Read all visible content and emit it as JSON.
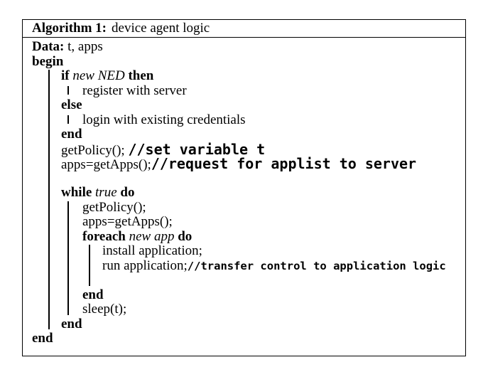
{
  "algorithm": {
    "caption": {
      "label": "Algorithm 1:",
      "title": "device agent logic"
    },
    "colors": {
      "ink": "#000000",
      "paper": "#ffffff"
    },
    "lines": [
      {
        "indent": 0,
        "segments": [
          {
            "text": "Data:",
            "style": "bold"
          },
          {
            "text": " t, apps",
            "style": "roman"
          }
        ]
      },
      {
        "indent": 0,
        "segments": [
          {
            "text": "begin",
            "style": "bold"
          }
        ]
      },
      {
        "indent": 1,
        "segments": [
          {
            "text": "if ",
            "style": "bold"
          },
          {
            "text": "new NED",
            "style": "italic"
          },
          {
            "text": " then",
            "style": "bold"
          }
        ]
      },
      {
        "indent": 2,
        "segments": [
          {
            "text": "register with server",
            "style": "roman"
          }
        ]
      },
      {
        "indent": 1,
        "segments": [
          {
            "text": "else",
            "style": "bold"
          }
        ]
      },
      {
        "indent": 2,
        "segments": [
          {
            "text": "login with existing credentials",
            "style": "roman"
          }
        ]
      },
      {
        "indent": 1,
        "segments": [
          {
            "text": "end",
            "style": "bold"
          }
        ]
      },
      {
        "indent": 1,
        "segments": [
          {
            "text": "getPolicy(); ",
            "style": "roman"
          },
          {
            "text": "//set variable t",
            "style": "comment-large"
          }
        ]
      },
      {
        "indent": 1,
        "segments": [
          {
            "text": "apps=getApps();",
            "style": "roman"
          },
          {
            "text": "//request for applist to server",
            "style": "comment-large"
          }
        ]
      },
      {
        "indent": 1,
        "segments": []
      },
      {
        "indent": 1,
        "segments": [
          {
            "text": "while ",
            "style": "bold"
          },
          {
            "text": "true",
            "style": "italic"
          },
          {
            "text": " do",
            "style": "bold"
          }
        ]
      },
      {
        "indent": 2,
        "segments": [
          {
            "text": "getPolicy();",
            "style": "roman"
          }
        ]
      },
      {
        "indent": 2,
        "segments": [
          {
            "text": "apps=getApps();",
            "style": "roman"
          }
        ]
      },
      {
        "indent": 2,
        "segments": [
          {
            "text": "foreach ",
            "style": "bold"
          },
          {
            "text": "new app",
            "style": "italic"
          },
          {
            "text": " do",
            "style": "bold"
          }
        ]
      },
      {
        "indent": 3,
        "segments": [
          {
            "text": "install application;",
            "style": "roman"
          }
        ]
      },
      {
        "indent": 3,
        "segments": [
          {
            "text": "run application;",
            "style": "roman"
          },
          {
            "text": "//transfer control to application logic",
            "style": "comment"
          }
        ]
      },
      {
        "indent": 3,
        "segments": []
      },
      {
        "indent": 2,
        "segments": [
          {
            "text": "end",
            "style": "bold"
          }
        ]
      },
      {
        "indent": 2,
        "segments": [
          {
            "text": "sleep(t);",
            "style": "roman"
          }
        ]
      },
      {
        "indent": 1,
        "segments": [
          {
            "text": "end",
            "style": "bold"
          }
        ]
      },
      {
        "indent": 0,
        "segments": [
          {
            "text": "end",
            "style": "bold"
          }
        ]
      }
    ],
    "rules": [
      {
        "level": 0,
        "from": 2,
        "to": 19,
        "kind": "block"
      },
      {
        "level": 1,
        "from": 3,
        "to": 3,
        "kind": "bar"
      },
      {
        "level": 1,
        "from": 5,
        "to": 5,
        "kind": "bar"
      },
      {
        "level": 1,
        "from": 11,
        "to": 18,
        "kind": "block"
      },
      {
        "level": 2,
        "from": 14,
        "to": 16,
        "kind": "block"
      }
    ]
  }
}
